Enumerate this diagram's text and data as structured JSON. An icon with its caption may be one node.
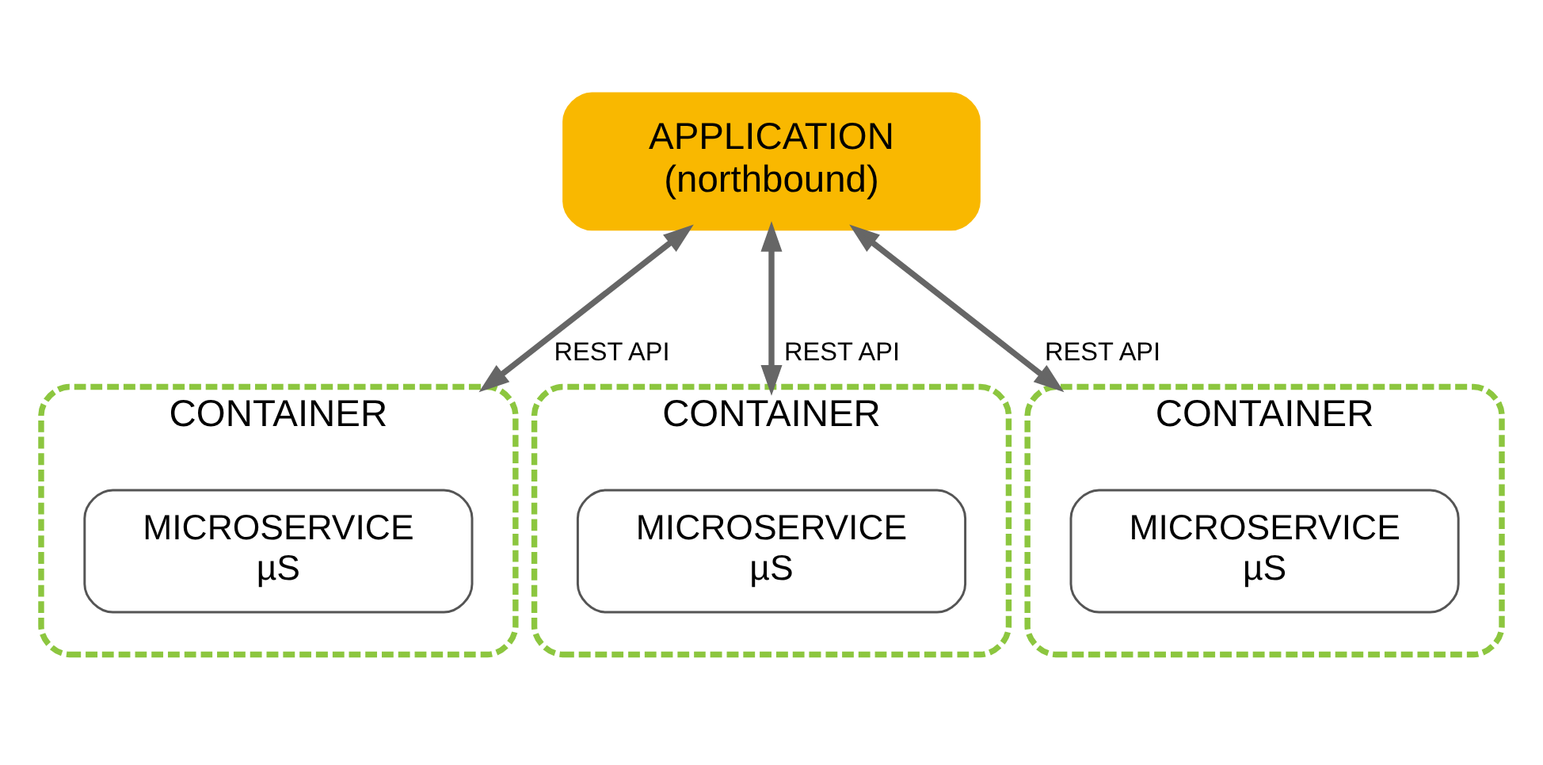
{
  "diagram": {
    "nodes": [
      {
        "text": [
          "APPLICATION",
          "(northbound)"
        ]
      },
      {
        "text": [
          "CONTAINER"
        ]
      },
      {
        "text": [
          "MICROSERVICE",
          "µS"
        ],
        "in": 1
      },
      {
        "text": [
          "CONTAINER"
        ]
      },
      {
        "text": [
          "MICROSERVICE",
          "µS"
        ],
        "in": 3
      },
      {
        "text": [
          "CONTAINER"
        ]
      },
      {
        "text": [
          "MICROSERVICE",
          "µS"
        ],
        "in": 5
      }
    ],
    "edges": [
      {
        "from": 0,
        "to": 1,
        "arrow": "both",
        "label": "REST API"
      },
      {
        "from": 0,
        "to": 3,
        "arrow": "both",
        "label": "REST API"
      },
      {
        "from": 0,
        "to": 5,
        "arrow": "both",
        "label": "REST API"
      }
    ]
  }
}
